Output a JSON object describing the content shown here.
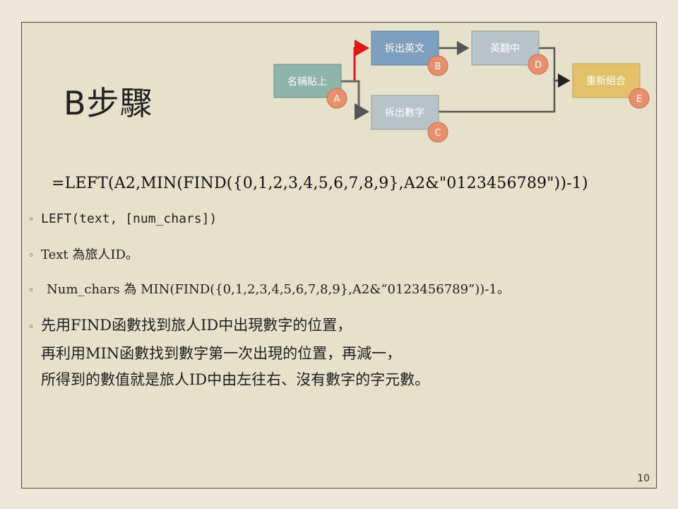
{
  "slide": {
    "title": "B步驟",
    "page_number": "10"
  },
  "flow": {
    "nodes": [
      {
        "label": "名稱貼上",
        "badge": "A"
      },
      {
        "label": "拆出英文",
        "badge": "B"
      },
      {
        "label": "英翻中",
        "badge": "D"
      },
      {
        "label": "拆出數字",
        "badge": "C"
      },
      {
        "label": "重新組合",
        "badge": "E"
      }
    ],
    "colors": {
      "node_a": "#8fb4a9",
      "node_b": "#7f9fbf",
      "node_neutral": "#b7c3c6",
      "node_e": "#e3c06a",
      "badge": "#e88f6e",
      "arrow_red": "#e01818",
      "arrow_gray": "#555555"
    }
  },
  "formula": "=LEFT(A2,MIN(FIND({0,1,2,3,4,5,6,7,8,9},A2&\"0123456789\"))-1)",
  "bullets": {
    "syntax": "LEFT(text, [num_chars])",
    "text_desc": "Text 為旅人ID。",
    "num_chars_desc": "Num_chars 為 MIN(FIND({0,1,2,3,4,5,6,7,8,9},A2&“0123456789”))-1。",
    "explanation": [
      "先用FIND函數找到旅人ID中出現數字的位置，",
      "再利用MIN函數找到數字第一次出現的位置，再減一，",
      "所得到的數值就是旅人ID中由左往右、沒有數字的字元數。"
    ]
  }
}
